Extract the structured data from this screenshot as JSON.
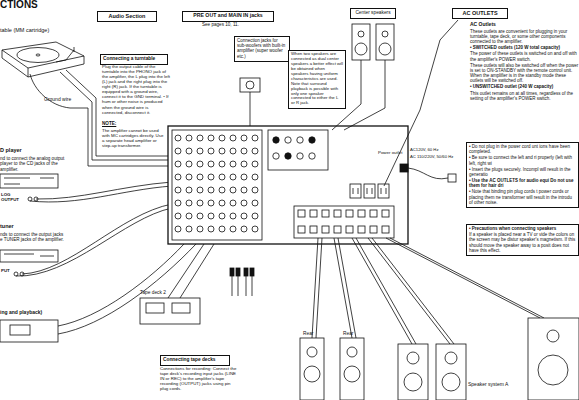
{
  "diagram": {
    "title": "CTIONS",
    "nodes": [
      {
        "text": [
          "Audio Section"
        ]
      },
      {
        "text": [
          "PRE OUT and MAIN IN jacks"
        ]
      },
      {
        "text": [
          "Connection jacks for sub-woofers with built-in amplifier (super woofer etc.)"
        ]
      },
      {
        "text": [
          "Center speakers"
        ]
      },
      {
        "text": [
          "When two speakers are connected as dual center speakers a better effect will be obtained when speakers having uniform characteristics are used. Note that surround playback is possible with only one speaker connected to either the L or R jack."
        ]
      },
      {
        "text": [
          "AC OUTLETS"
        ]
      },
      {
        "text": [
          "Connecting a turntable"
        ]
      },
      {
        "text": [
          "• Do not plug in the power cord unt ions have been completed.",
          "• Be sure to connect the left and ri properly (left with left, right wi",
          "• Insert the plugs securely. Incompl will result in the generatio",
          "• Use the AC OUTLETS for audio equi Do not use them for hair dri",
          "• Note that binding pin plug cords t power cords or placing them ne transformer will result in the introdu of other noise."
        ]
      },
      {
        "text": [
          "• Precautions when connecting speakers",
          "If a speaker is placed near a TV or vide the colors on the screen may be distur speaker's magnetism. If this should move the speaker away to a posit does not have this effect."
        ]
      },
      {
        "text": [
          "Connecting tape decks"
        ]
      }
    ],
    "labels": [
      "table (MM cartridge)",
      "Ground wire",
      "Plug the output cable of the turntable into the PHONO jack of the amplifier, the L plug into the left (L) jack and the right plug into the right (R) jack. If the turntable is equipped with a ground wire, connect it to the GND terminal. • If hum or other noise is produced when the ground wire is connected, disconnect it.",
      "NOTE:",
      "The amplifier cannot be used with MC cartridges directly. Use a separate head amplifier or step-up transformer.",
      "See pages 10, 11.",
      "D player",
      "nd to connect the analog output player to the CD jacks of the amplifier.",
      "LOG OUTPUT",
      "tuner",
      "nds to connect the output jacks e TUNER jacks of the amplifier.",
      "PUT",
      "ing and playback)",
      "Tape deck 2",
      "Connections for recording: Connect the tape deck's recording input jacks (LINE IN or REC) to the amplifier's tape recording (OUTPUT) jacks using pin plug cords.",
      "Power outlet",
      "AC120V, 60 Hz",
      "AC 110/220V, 50/60 Hz",
      "Rear",
      "Rear",
      "Speaker system A",
      "AC Outlets",
      "These outlets are convenient for plugging in your turntable, tape deck, or some other components connected to the amplifier.",
      "• SWITCHED outlets (120 W total capacity)",
      "The power of these outlets is switched on and off with the amplifier's POWER switch.",
      "These outlets will also be switched off when the power is set to ON-STANDBY with the remote control unit. When the amplifier is in the standby mode these outlets will be switched off.",
      "• UNSWITCHED outlet (240 W capacity)",
      "This outlet remains on at all times, regardless of the setting of the amplifier's POWER switch."
    ]
  }
}
